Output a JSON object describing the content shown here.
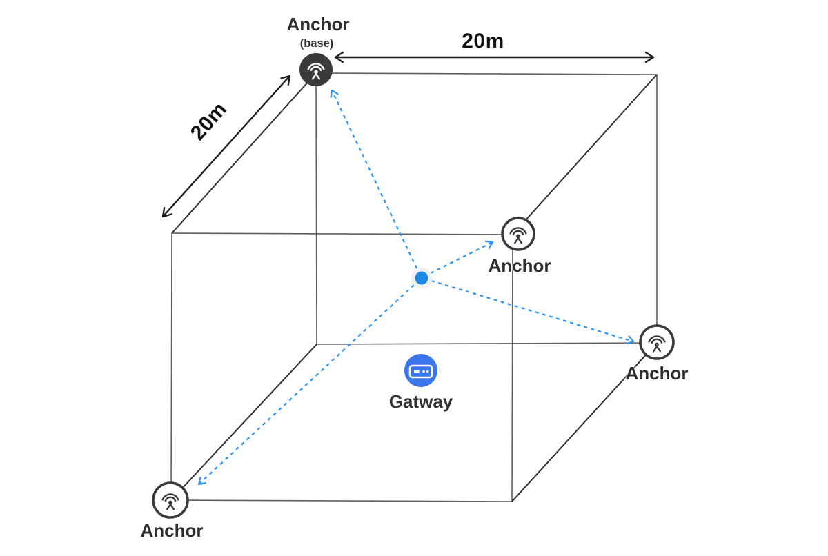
{
  "diagram": {
    "anchors": {
      "base": {
        "label": "Anchor",
        "sublabel": "(base)",
        "icon": "broadcast-icon",
        "style": "dark-filled"
      },
      "front_right": {
        "label": "Anchor",
        "icon": "broadcast-icon",
        "style": "outlined"
      },
      "back_right": {
        "label": "Anchor",
        "icon": "broadcast-icon",
        "style": "outlined"
      },
      "bottom_left": {
        "label": "Anchor",
        "icon": "broadcast-icon",
        "style": "outlined"
      }
    },
    "gateway": {
      "label": "Gatway",
      "icon": "router-icon"
    },
    "tag": {
      "icon": "tag-dot"
    },
    "dimensions": {
      "top": {
        "label": "20m"
      },
      "side": {
        "label": "20m"
      }
    },
    "colors": {
      "anchor_dark": "#3a3a3a",
      "anchor_ring": "#3a3a3a",
      "tag_blue": "#1e88e5",
      "link_blue": "#2e96f3",
      "gateway_blue": "#3b76ed",
      "edge_gray": "#5f5f5f",
      "connector_dark": "#2f2f2f",
      "arrow_black": "#1c1c1c",
      "text_dark": "#2d2d2d"
    }
  }
}
